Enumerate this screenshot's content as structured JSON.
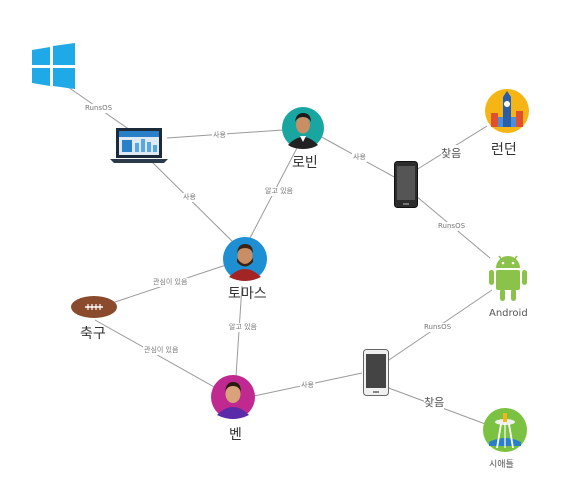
{
  "nodes": {
    "windows": {
      "icon": "windows-logo-icon",
      "color": "#1fa9e6"
    },
    "laptop": {
      "icon": "laptop-icon"
    },
    "robin": {
      "label": "로빈",
      "icon": "person-avatar-icon",
      "color": "#1aa6a0"
    },
    "phone_robin": {
      "icon": "smartphone-icon"
    },
    "london": {
      "label": "런던",
      "icon": "big-ben-icon",
      "color": "#f5b514"
    },
    "thomas": {
      "label": "토마스",
      "icon": "person-avatar-icon",
      "color": "#1f8fd4"
    },
    "android": {
      "label": "Android",
      "icon": "android-robot-icon",
      "color": "#8bc34a"
    },
    "football": {
      "label": "축구",
      "icon": "football-icon",
      "color": "#8a4b2d"
    },
    "phone_ben": {
      "icon": "smartphone-icon"
    },
    "ben": {
      "label": "벤",
      "icon": "person-avatar-icon",
      "color": "#c0298f"
    },
    "seattle": {
      "label": "시애틀",
      "icon": "space-needle-icon",
      "color": "#7cc242"
    }
  },
  "edges": {
    "win_laptop": "RunsOS",
    "laptop_robin": "사용",
    "laptop_thomas": "사용",
    "robin_thomas": "알고 있음",
    "robin_phone": "사용",
    "phone_london": "찾음",
    "phone_android": "RunsOS",
    "thomas_football": "관심이 있음",
    "thomas_ben": "알고 있음",
    "ben_football": "관심이 있음",
    "ben_phone": "사용",
    "phone_android2": "RunsOS",
    "phone_seattle": "찾음"
  }
}
